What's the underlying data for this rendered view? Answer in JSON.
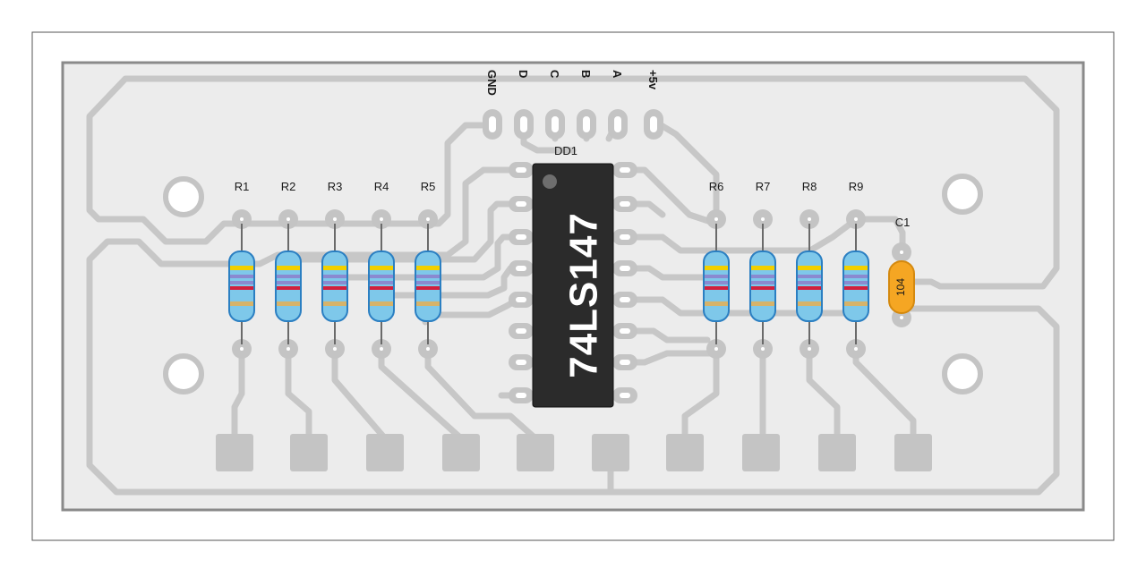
{
  "board": {
    "chip": {
      "ref": "DD1",
      "part": "74LS147"
    },
    "capacitor": {
      "ref": "C1",
      "code": "104"
    },
    "resistors_left": [
      "R1",
      "R2",
      "R3",
      "R4",
      "R5"
    ],
    "resistors_right": [
      "R6",
      "R7",
      "R8",
      "R9"
    ],
    "header_pins": [
      "GND",
      "D",
      "C",
      "B",
      "A",
      "+5v"
    ],
    "colors": {
      "board": "#ececec",
      "trace": "#c7c7c7",
      "pad": "#c4c4c4",
      "chip": "#2b2b2b",
      "resistor_body": "#7ec8ea",
      "resistor_outline": "#2b7fc2",
      "capacitor_body": "#f5a623"
    }
  }
}
